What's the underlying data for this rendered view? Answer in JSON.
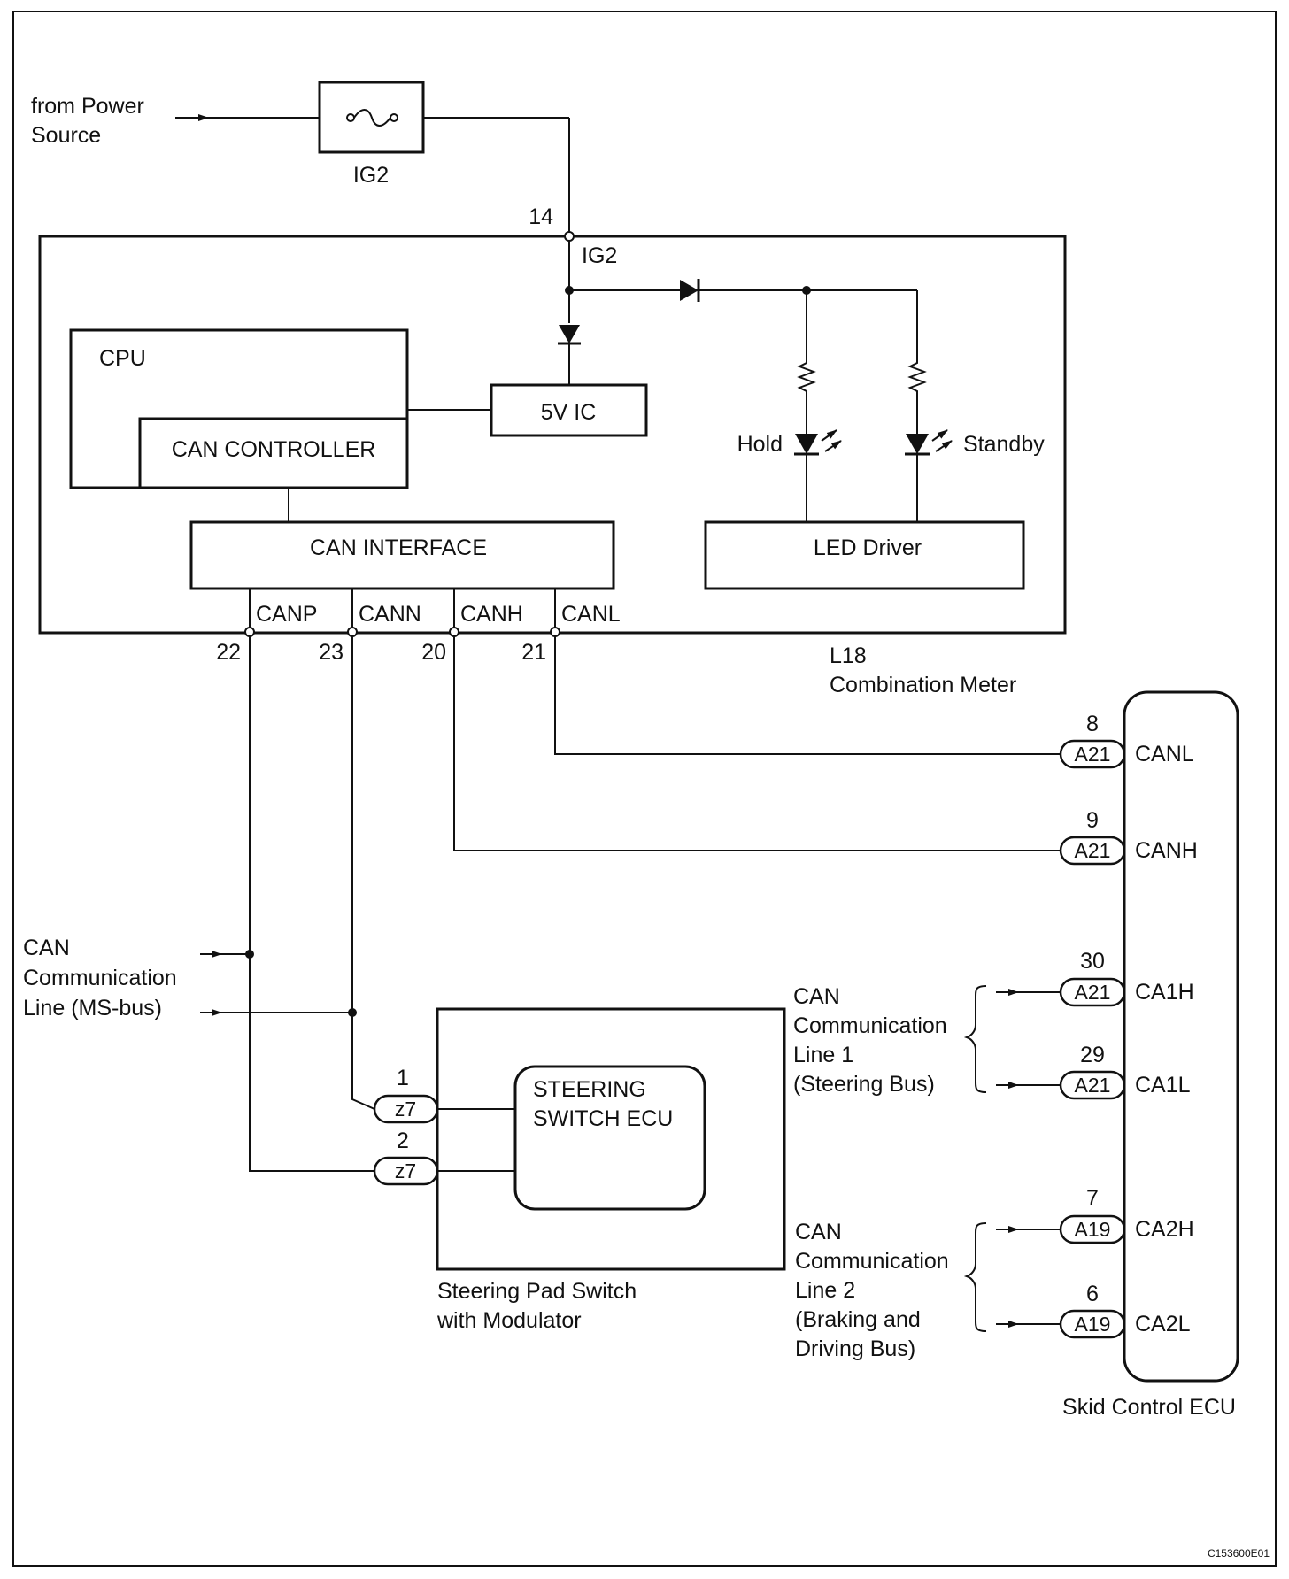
{
  "power_source_label": [
    "from Power",
    "Source"
  ],
  "fuse_label": "IG2",
  "combination_meter": {
    "pin_ig2_number": "14",
    "pin_ig2_name": "IG2",
    "cpu_label": "CPU",
    "can_controller_label": "CAN CONTROLLER",
    "five_v_ic_label": "5V IC",
    "can_interface_label": "CAN INTERFACE",
    "led_driver_label": "LED Driver",
    "hold_label": "Hold",
    "standby_label": "Standby",
    "pins": [
      {
        "name": "CANP",
        "number": "22"
      },
      {
        "name": "CANN",
        "number": "23"
      },
      {
        "name": "CANH",
        "number": "20"
      },
      {
        "name": "CANL",
        "number": "21"
      }
    ],
    "connector": "L18",
    "name": "Combination Meter"
  },
  "can_ms_bus_label": [
    "CAN",
    "Communication",
    "Line (MS-bus)"
  ],
  "steering_pad": {
    "connectors": [
      {
        "pin": "1",
        "connector": "z7"
      },
      {
        "pin": "2",
        "connector": "z7"
      }
    ],
    "inner_label": [
      "STEERING",
      "SWITCH ECU"
    ],
    "name": [
      "Steering Pad Switch",
      "with Modulator"
    ]
  },
  "skid_control_ecu": {
    "name": "Skid Control ECU",
    "pins": [
      {
        "pin": "8",
        "connector": "A21",
        "signal": "CANL"
      },
      {
        "pin": "9",
        "connector": "A21",
        "signal": "CANH"
      },
      {
        "pin": "30",
        "connector": "A21",
        "signal": "CA1H"
      },
      {
        "pin": "29",
        "connector": "A21",
        "signal": "CA1L"
      },
      {
        "pin": "7",
        "connector": "A19",
        "signal": "CA2H"
      },
      {
        "pin": "6",
        "connector": "A19",
        "signal": "CA2L"
      }
    ]
  },
  "can_line1_label": [
    "CAN",
    "Communication",
    "Line 1",
    "(Steering Bus)"
  ],
  "can_line2_label": [
    "CAN",
    "Communication",
    "Line 2",
    "(Braking and",
    "Driving Bus)"
  ],
  "figure_code": "C153600E01"
}
